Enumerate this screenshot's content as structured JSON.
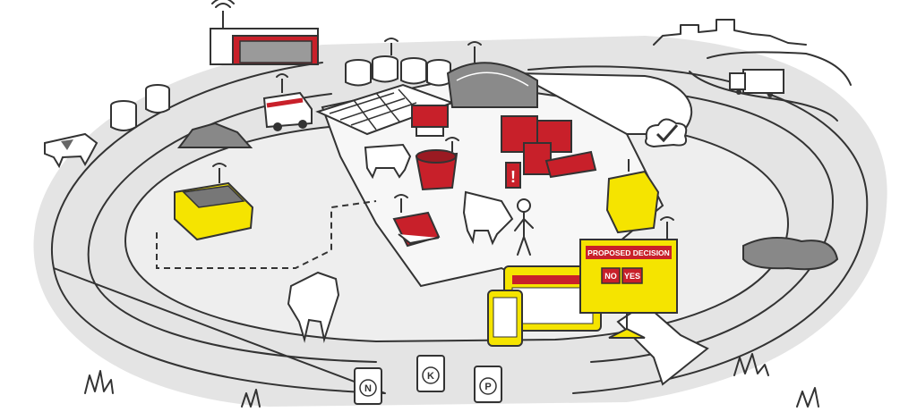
{
  "colors": {
    "accent_red": "#c8202a",
    "accent_yellow": "#f5e400",
    "ground_gray": "#e4e4e4",
    "ink": "#333333",
    "white": "#ffffff"
  },
  "decision_panel": {
    "title": "PROPOSED DECISION",
    "no_label": "NO",
    "yes_label": "YES"
  },
  "fertilizer_canisters": [
    {
      "letter": "N"
    },
    {
      "letter": "K"
    },
    {
      "letter": "P"
    }
  ],
  "icons": {
    "decision_check": "checkmark-cloud-icon",
    "alert": "exclamation-icon",
    "signal": "wireless-antenna-icon"
  }
}
